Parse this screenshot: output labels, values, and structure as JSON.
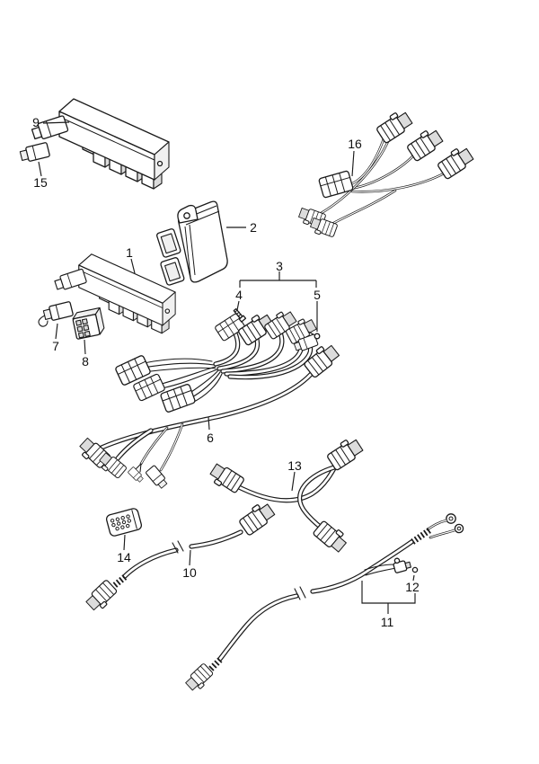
{
  "diagram": {
    "background_color": "#ffffff",
    "line_color": "#1a1a1a",
    "shade_color": "#dcdcdc",
    "labels": {
      "n1": "1",
      "n2": "2",
      "n3": "3",
      "n4": "4",
      "n5": "5",
      "n6": "6",
      "n7": "7",
      "n8": "8",
      "n9": "9",
      "n10": "10",
      "n11": "11",
      "n12": "12",
      "n13": "13",
      "n14": "14",
      "n15": "15",
      "n16": "16"
    }
  }
}
